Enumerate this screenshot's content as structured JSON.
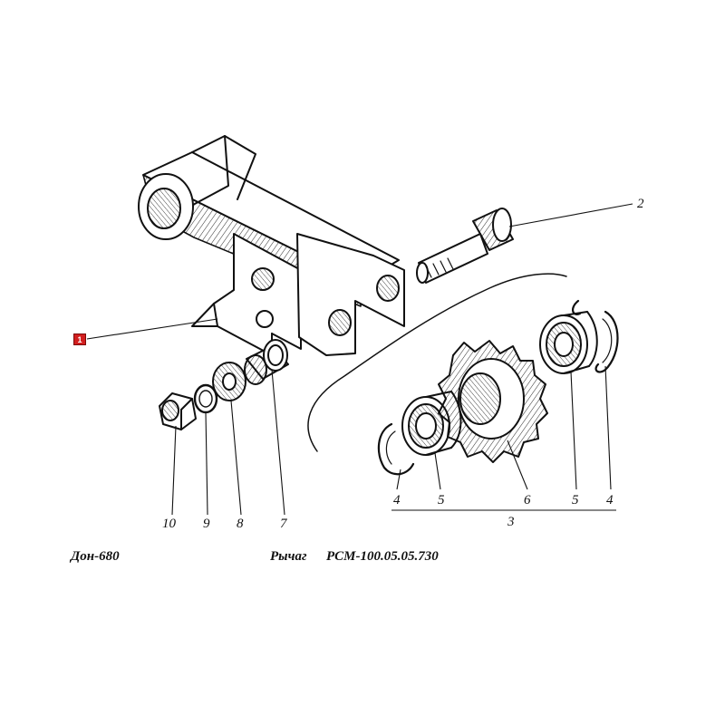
{
  "callouts": {
    "c1": "1",
    "c2": "2",
    "c3": "3",
    "c4a": "4",
    "c4b": "4",
    "c5a": "5",
    "c5b": "5",
    "c6": "6",
    "c7": "7",
    "c8": "8",
    "c9": "9",
    "c10": "10"
  },
  "caption": {
    "model": "Дон-680",
    "part_name": "Рычаг",
    "part_code": "РСМ-100.05.05.730"
  },
  "colors": {
    "ink": "#111111",
    "marker": "#d21f1f"
  }
}
